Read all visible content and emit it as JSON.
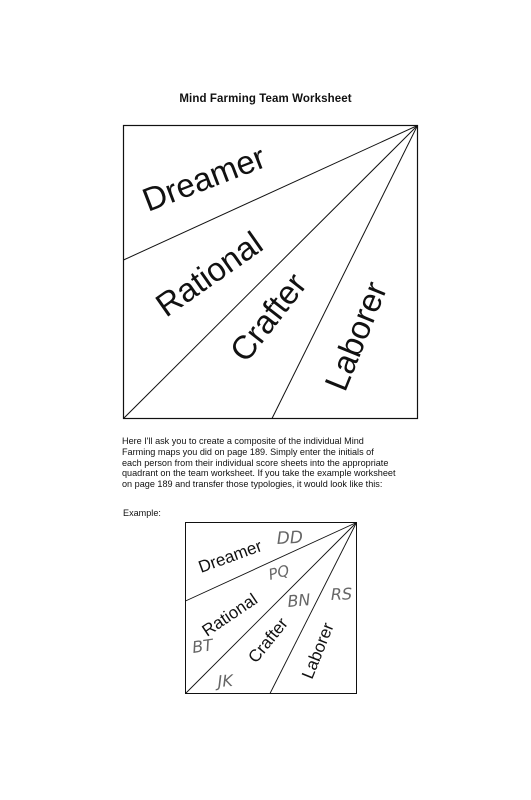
{
  "page": {
    "title": "Mind Farming Team Worksheet",
    "quadrants": {
      "dreamer": "Dreamer",
      "rational": "Rational",
      "crafter": "Crafter",
      "laborer": "Laborer"
    },
    "paragraph_lines": [
      "Here I'll ask you to create a composite of the individual Mind",
      "Farming maps you did on page 189.  Simply enter the initials of",
      "each person from their individual score sheets into the appropriate",
      "quadrant on the team worksheet.  If you take the example worksheet",
      "on page 189 and transfer those typologies, it would look like this:"
    ],
    "example_label": "Example:",
    "example": {
      "dreamer": "Dreamer",
      "rational": "Rational",
      "crafter": "Crafter",
      "laborer": "Laborer",
      "initials": {
        "dd": "DD",
        "pq": "PQ",
        "bn": "BN",
        "rs": "RS",
        "bt": "BT",
        "jk": "JK"
      }
    }
  }
}
